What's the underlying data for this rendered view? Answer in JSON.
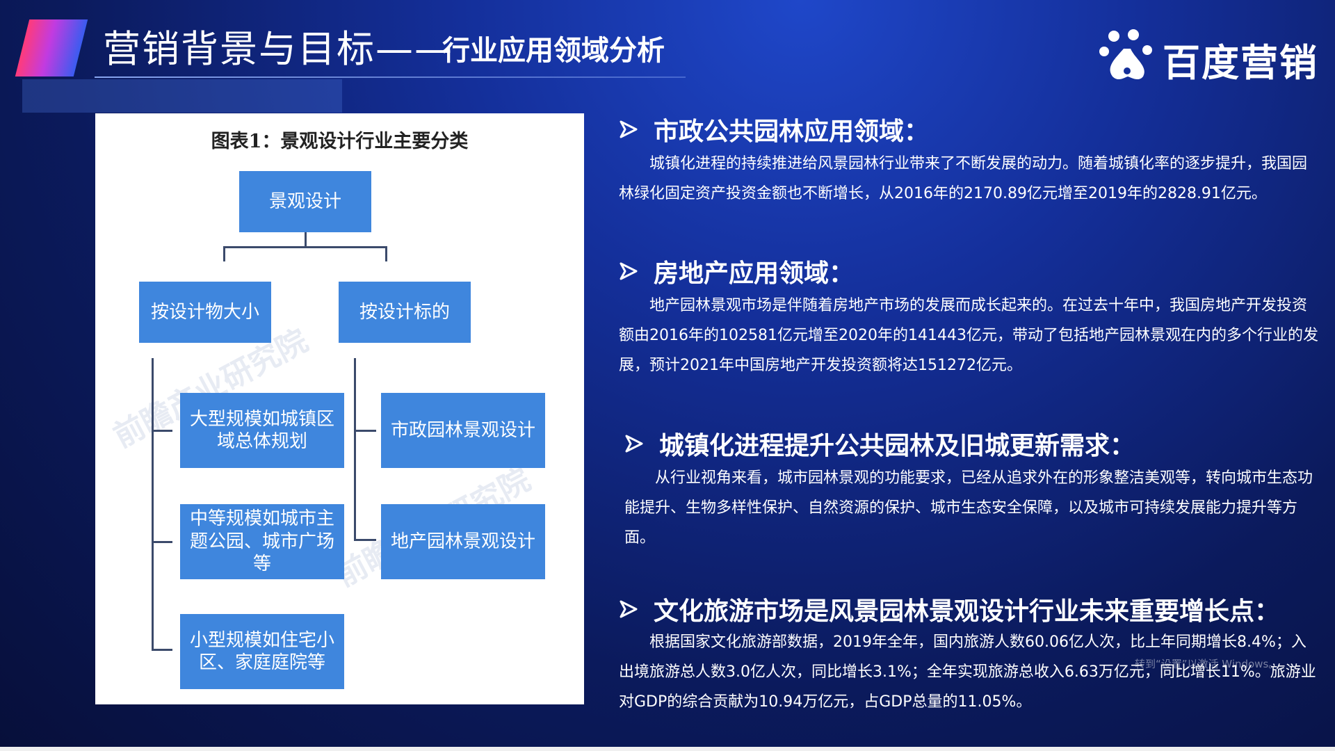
{
  "header": {
    "title_main": "营销背景与目标——",
    "title_sub": "行业应用领域分析",
    "logo_text": "百度营销"
  },
  "diagram": {
    "caption": "图表1：景观设计行业主要分类",
    "root": "景观设计",
    "branch_left": "按设计物大小",
    "branch_right": "按设计标的",
    "left_children": [
      "大型规模如城镇区域总体规划",
      "中等规模如城市主题公园、城市广场等",
      "小型规模如住宅小区、家庭庭院等"
    ],
    "right_children": [
      "市政园林景观设计",
      "地产园林景观设计"
    ],
    "watermark": "前瞻产业研究院"
  },
  "sections": [
    {
      "heading": "市政公共园林应用领域：",
      "body": "城镇化进程的持续推进给风景园林行业带来了不断发展的动力。随着城镇化率的逐步提升，我国园林绿化固定资产投资金额也不断增长，从2016年的2170.89亿元增至2019年的2828.91亿元。"
    },
    {
      "heading": "房地产应用领域：",
      "body": "地产园林景观市场是伴随着房地产市场的发展而成长起来的。在过去十年中，我国房地产开发投资额由2016年的102581亿元增至2020年的141443亿元，带动了包括地产园林景观在内的多个行业的发展，预计2021年中国房地产开发投资额将达151272亿元。"
    },
    {
      "heading": "城镇化进程提升公共园林及旧城更新需求：",
      "body": "从行业视角来看，城市园林景观的功能要求，已经从追求外在的形象整洁美观等，转向城市生态功能提升、生物多样性保护、自然资源的保护、城市生态安全保障，以及城市可持续发展能力提升等方面。"
    },
    {
      "heading": "文化旅游市场是风景园林景观设计行业未来重要增长点：",
      "body": "根据国家文化旅游部数据，2019年全年，国内旅游人数60.06亿人次，比上年同期增长8.4%；入出境旅游总人数3.0亿人次，同比增长3.1%；全年实现旅游总收入6.63万亿元，同比增长11%。旅游业对GDP的综合贡献为10.94万亿元，占GDP总量的11.05%。"
    }
  ],
  "overlay": {
    "activation_text": "转到“设置”以激活 Windows。"
  },
  "colors": {
    "box_blue": "#3f86dd",
    "bg_blue": "#142f9a"
  }
}
